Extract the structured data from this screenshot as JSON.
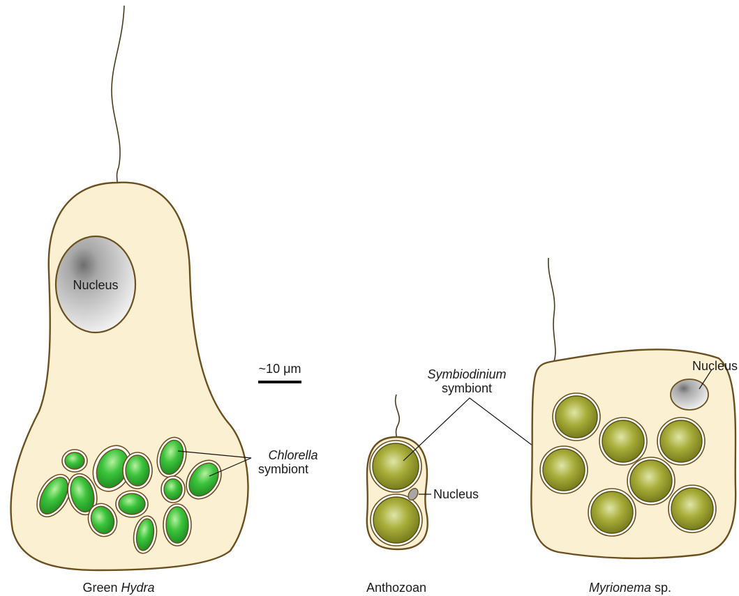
{
  "scale_bar": {
    "label": "~10 μm"
  },
  "hydra": {
    "caption_prefix": "Green ",
    "caption_italic": "Hydra",
    "nucleus_label": "Nucleus",
    "symbiont_italic": "Chlorella",
    "symbiont_word": "symbiont"
  },
  "symbiodinium": {
    "italic": "Symbiodinium",
    "word": "symbiont"
  },
  "anthozoan": {
    "caption": "Anthozoan",
    "nucleus_label": "Nucleus"
  },
  "myrionema": {
    "caption_italic": "Myrionema",
    "caption_suffix": " sp.",
    "nucleus_label": "Nucleus"
  },
  "colors": {
    "cytoplasm": "#fbf0d2",
    "membrane": "#6b4f1e",
    "chlorella_green": "#3cc43c",
    "symbiodinium_olive": "#9ea028",
    "nucleus_gray": "#9a9a9a"
  }
}
